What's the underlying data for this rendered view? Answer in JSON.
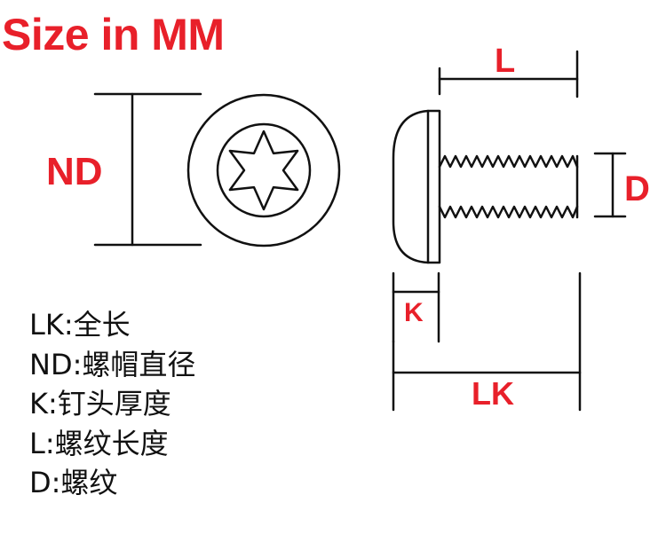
{
  "title": "Size in MM",
  "dimensions": {
    "nd": "ND",
    "l": "L",
    "d": "D",
    "k": "K",
    "lk": "LK"
  },
  "legend": [
    {
      "code": "LK",
      "sep": ":",
      "meaning": "全长"
    },
    {
      "code": "ND",
      "sep": ":",
      "meaning": "螺帽直径"
    },
    {
      "code": "K",
      "sep": ":",
      "meaning": "钉头厚度"
    },
    {
      "code": "L",
      "sep": ":",
      "meaning": "螺纹长度"
    },
    {
      "code": "D",
      "sep": ":",
      "meaning": "螺纹"
    }
  ],
  "colors": {
    "label_red": "#e8202a",
    "line": "#111111"
  },
  "icons": {
    "top_view": "torx-head-top-view-icon",
    "side_view": "button-head-screw-side-view-icon"
  }
}
